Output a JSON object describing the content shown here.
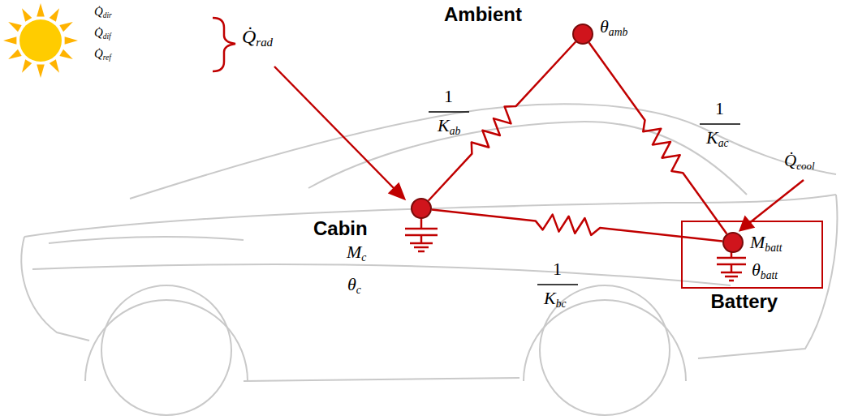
{
  "diagram": {
    "nodes": [
      {
        "text": [
          "Ambient",
          "θamb"
        ]
      },
      {
        "text": [
          "Cabin",
          "Mc",
          "θc"
        ]
      },
      {
        "text": [
          "Battery"
        ]
      },
      {
        "text": [
          "Mbatt",
          "θbatt"
        ],
        "in": 2
      }
    ],
    "edges": [
      {
        "from": 0,
        "to": 1,
        "arrow": "none"
      },
      {
        "from": 0,
        "to": 3,
        "arrow": "none"
      },
      {
        "from": 1,
        "to": 3,
        "arrow": "none"
      }
    ],
    "labels": [
      "Q̇dir",
      "Q̇dif",
      "Q̇ref",
      "Q̇rad",
      "Q̇cool",
      "1",
      "Kab",
      "1",
      "Kac",
      "1",
      "Kbc"
    ]
  }
}
